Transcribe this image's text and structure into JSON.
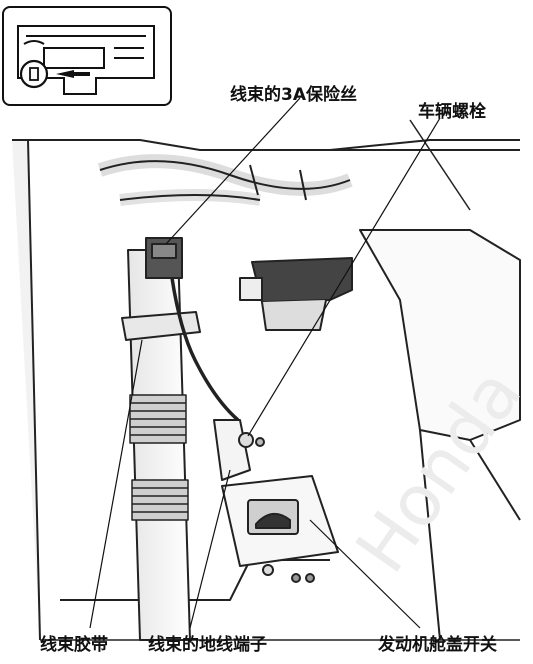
{
  "labels": {
    "fuse": "线束的3A保险丝",
    "bolt": "车辆螺栓",
    "tie": "线束胶带",
    "ground": "线束的地线端子",
    "switch": "发动机舱盖开关"
  },
  "watermark": "Honda",
  "colors": {
    "line": "#111111",
    "bg": "#ffffff"
  }
}
